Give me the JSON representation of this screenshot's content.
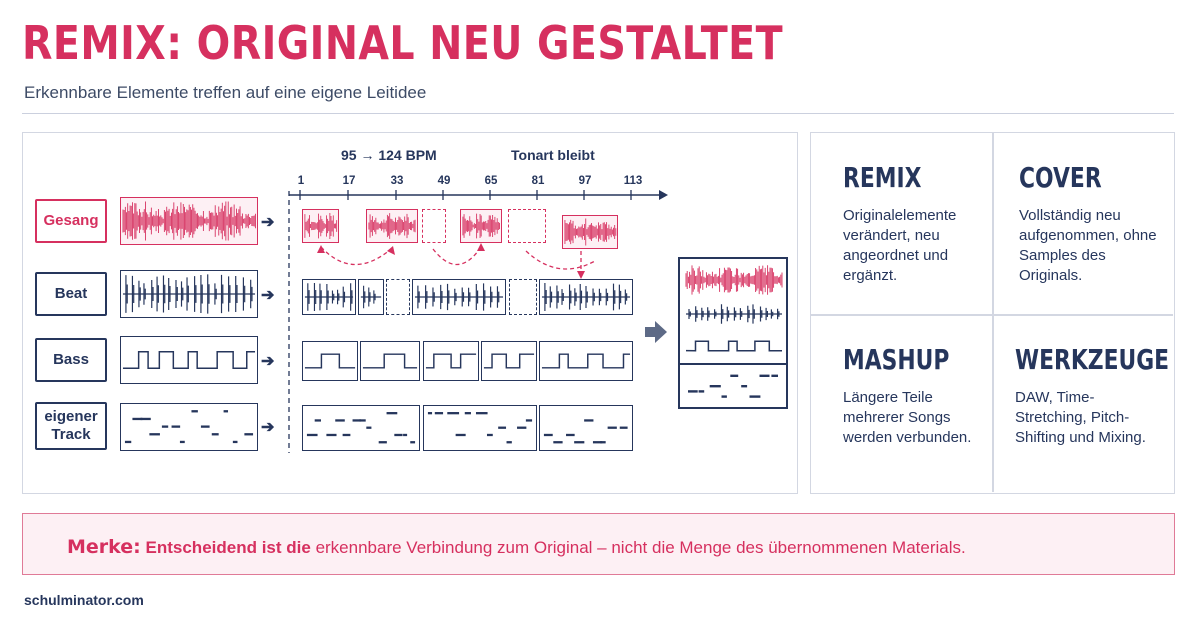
{
  "title": "REMIX: ORIGINAL NEU GESTALTET",
  "subtitle": "Erkennbare Elemente treffen auf eine eigene Leitidee",
  "diagram": {
    "tempo": "95 → 124 BPM",
    "key_note": "Tonart bleibt",
    "ticks": [
      "1",
      "17",
      "33",
      "49",
      "65",
      "81",
      "97",
      "113"
    ],
    "tracks": [
      {
        "label": "Gesang",
        "kind": "vocal"
      },
      {
        "label": "Beat",
        "kind": "beat"
      },
      {
        "label": "Bass",
        "kind": "bass"
      },
      {
        "label": "eigener Track",
        "kind": "midi"
      }
    ],
    "colors": {
      "accent": "#d6305f",
      "navy": "#26365c",
      "panel_border": "#d3d7e2",
      "note_fill": "#fdf0f4"
    }
  },
  "genres": [
    {
      "title": "REMIX",
      "text": "Originalelemente verändert, neu angeordnet und ergänzt."
    },
    {
      "title": "COVER",
      "text": "Vollständig neu aufgenommen, ohne Samples des Originals."
    },
    {
      "title": "MASHUP",
      "text": "Längere Teile mehrerer Songs werden verbunden."
    },
    {
      "title": "WERKZEUGE",
      "text": "DAW, Time-Stretching, Pitch-Shifting und Mixing."
    }
  ],
  "note": {
    "label": "Merke:",
    "bold": "Entscheidend ist die",
    "rest": "erkennbare Verbindung zum Original – nicht die Menge des übernommenen Materials."
  },
  "footer": "schulminator.com"
}
